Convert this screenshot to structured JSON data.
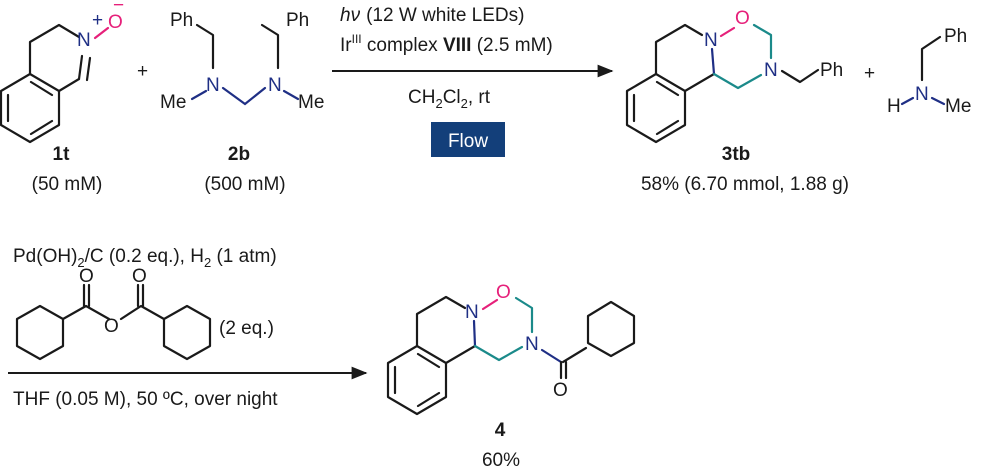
{
  "reaction1": {
    "reactant1": {
      "label": "1t",
      "conc": "(50 mM)"
    },
    "plus1": "+",
    "reactant2": {
      "label": "2b",
      "conc": "(500 mM)"
    },
    "conditions": {
      "light_symbol": "hν",
      "light": "(12 W white LEDs)",
      "catalyst_prefix": "Ir",
      "catalyst_superscript": "III",
      "catalyst_mid": " complex ",
      "catalyst_bold": "VIII",
      "catalyst_suffix": " (2.5 mM)",
      "solvent_main": "CH",
      "solvent_sub1": "2",
      "solvent_cl": "Cl",
      "solvent_sub2": "2",
      "solvent_tail": ", rt",
      "flow_badge": "Flow"
    },
    "product": {
      "label": "3tb",
      "yield": "58% (6.70 mmol, 1.88 g)"
    },
    "plus2": "+"
  },
  "reaction2": {
    "reagent1_pre": "Pd(OH)",
    "reagent1_sub": "2",
    "reagent1_post": "/C (0.2 eq.), H",
    "reagent1_sub2": "2",
    "reagent1_tail": " (1 atm)",
    "anhydride_eq": "(2 eq.)",
    "solvent": "THF (0.05 M), 50 ºC, over night",
    "product": {
      "label": "4",
      "yield": "60%"
    }
  },
  "atoms": {
    "N": "N",
    "O": "O",
    "Ph": "Ph",
    "Me": "Me",
    "H": "H",
    "plus_charge": "+",
    "minus_charge": "−"
  },
  "colors": {
    "nitrogen": "#1f2f85",
    "oxygen": "#e6207a",
    "ring_bond": "#1b8a8a",
    "flow_badge": "#133f7a",
    "flow_text": "#ffffff"
  }
}
